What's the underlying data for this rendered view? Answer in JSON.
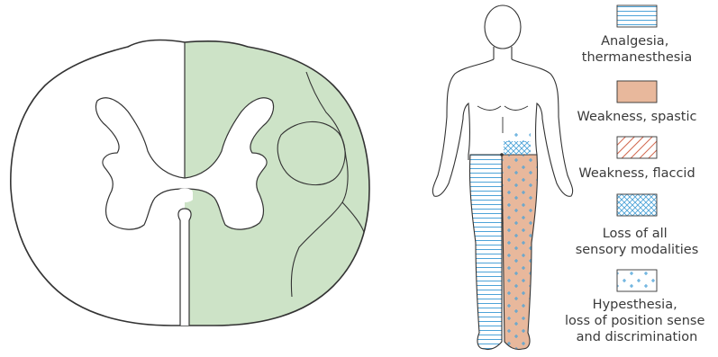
{
  "legend": {
    "items": [
      {
        "id": "analgesia",
        "lines": [
          "Analgesia,",
          "thermanesthesia"
        ],
        "pattern": "horizontal-lines",
        "color": "#4da3d8"
      },
      {
        "id": "weakness-spastic",
        "lines": [
          "Weakness, spastic"
        ],
        "pattern": "solid-fill",
        "color": "#e8b89c"
      },
      {
        "id": "weakness-flaccid",
        "lines": [
          "Weakness, flaccid"
        ],
        "pattern": "diagonal-hatch",
        "color": "#d0644a"
      },
      {
        "id": "loss-all-sensory",
        "lines": [
          "Loss of all",
          "sensory modalities"
        ],
        "pattern": "crosshatch",
        "color": "#4da3d8"
      },
      {
        "id": "hypesthesia",
        "lines": [
          "Hypesthesia,",
          "loss of position sense",
          "and discrimination"
        ],
        "pattern": "plus-dots",
        "color": "#4da3d8"
      }
    ]
  },
  "colors": {
    "lesion_half": "#cde3c7",
    "outline": "#333333",
    "spastic_fill": "#e8b89c",
    "sensory_blue": "#4da3d8"
  }
}
